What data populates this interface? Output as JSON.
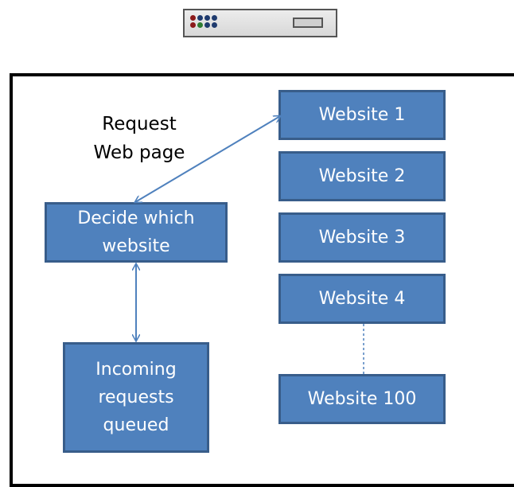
{
  "request_label": [
    "Request",
    "Web page"
  ],
  "decide_box": [
    "Decide which",
    "website"
  ],
  "queue_box": [
    "Incoming",
    "requests",
    "queued"
  ],
  "websites": [
    "Website 1",
    "Website 2",
    "Website 3",
    "Website 4",
    "Website 100"
  ],
  "colors": {
    "box_fill": "#4f81bd",
    "box_border": "#385d8a",
    "arrow": "#4f81bd"
  },
  "server_leds": [
    "#8b1a1a",
    "#1f3b6e",
    "#2e7d32",
    "#1f3b6e",
    "#1f3b6e"
  ]
}
